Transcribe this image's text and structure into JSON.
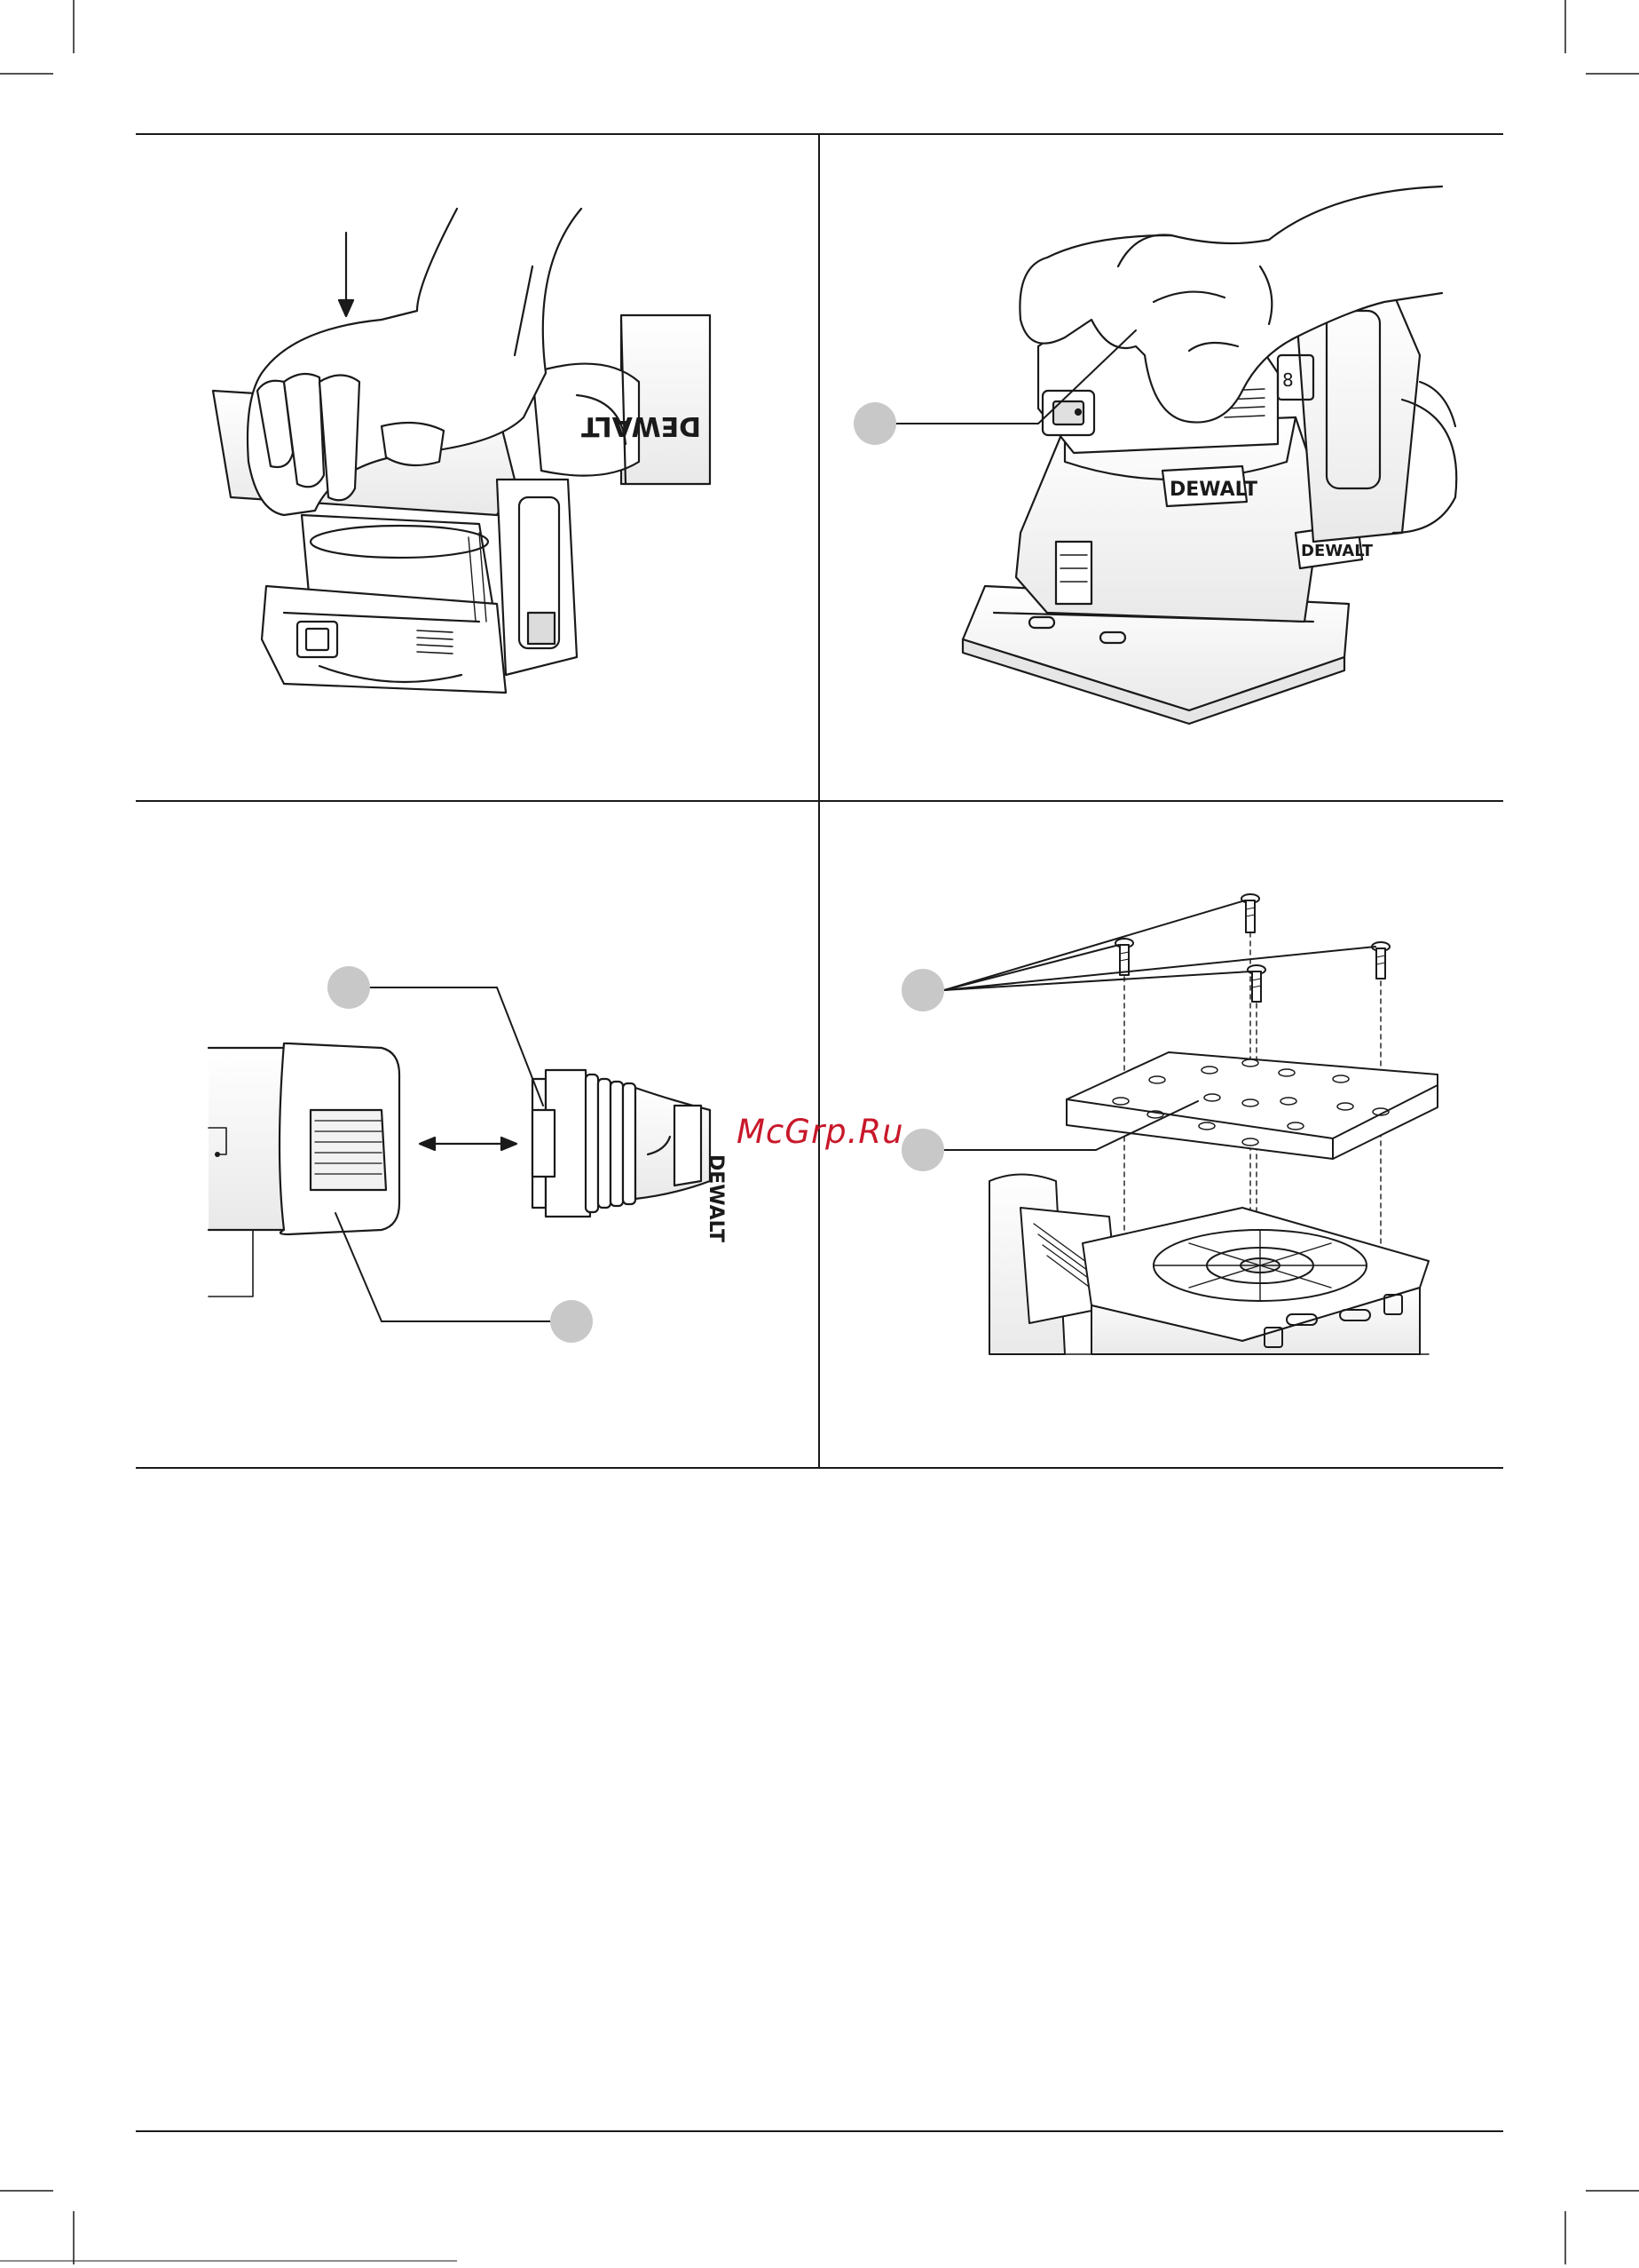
{
  "watermark": {
    "text": "McGrp.Ru",
    "color": "#c8182a"
  },
  "colors": {
    "line": "#1a1a1a",
    "callout_fill": "#c8c8c8",
    "paper": "#ffffff"
  },
  "figures": [
    {
      "id": "fig-a",
      "callouts": 0,
      "icons": [
        "down-arrow-icon",
        "hand-icon",
        "sander-icon",
        "dust-port-icon"
      ]
    },
    {
      "id": "fig-b",
      "callouts": 1,
      "icons": [
        "hand-icon",
        "sander-icon",
        "power-switch-icon",
        "brand-logo-icon"
      ]
    },
    {
      "id": "fig-c",
      "callouts": 2,
      "icons": [
        "dust-bag-icon",
        "dust-adapter-icon",
        "double-arrow-icon"
      ]
    },
    {
      "id": "fig-d",
      "callouts": 2,
      "icons": [
        "screw-icon",
        "punch-plate-icon",
        "sander-base-icon"
      ]
    }
  ],
  "brand_marks": [
    "DEWALT",
    "DEWALT",
    "DEWALT",
    "DEWALT"
  ]
}
